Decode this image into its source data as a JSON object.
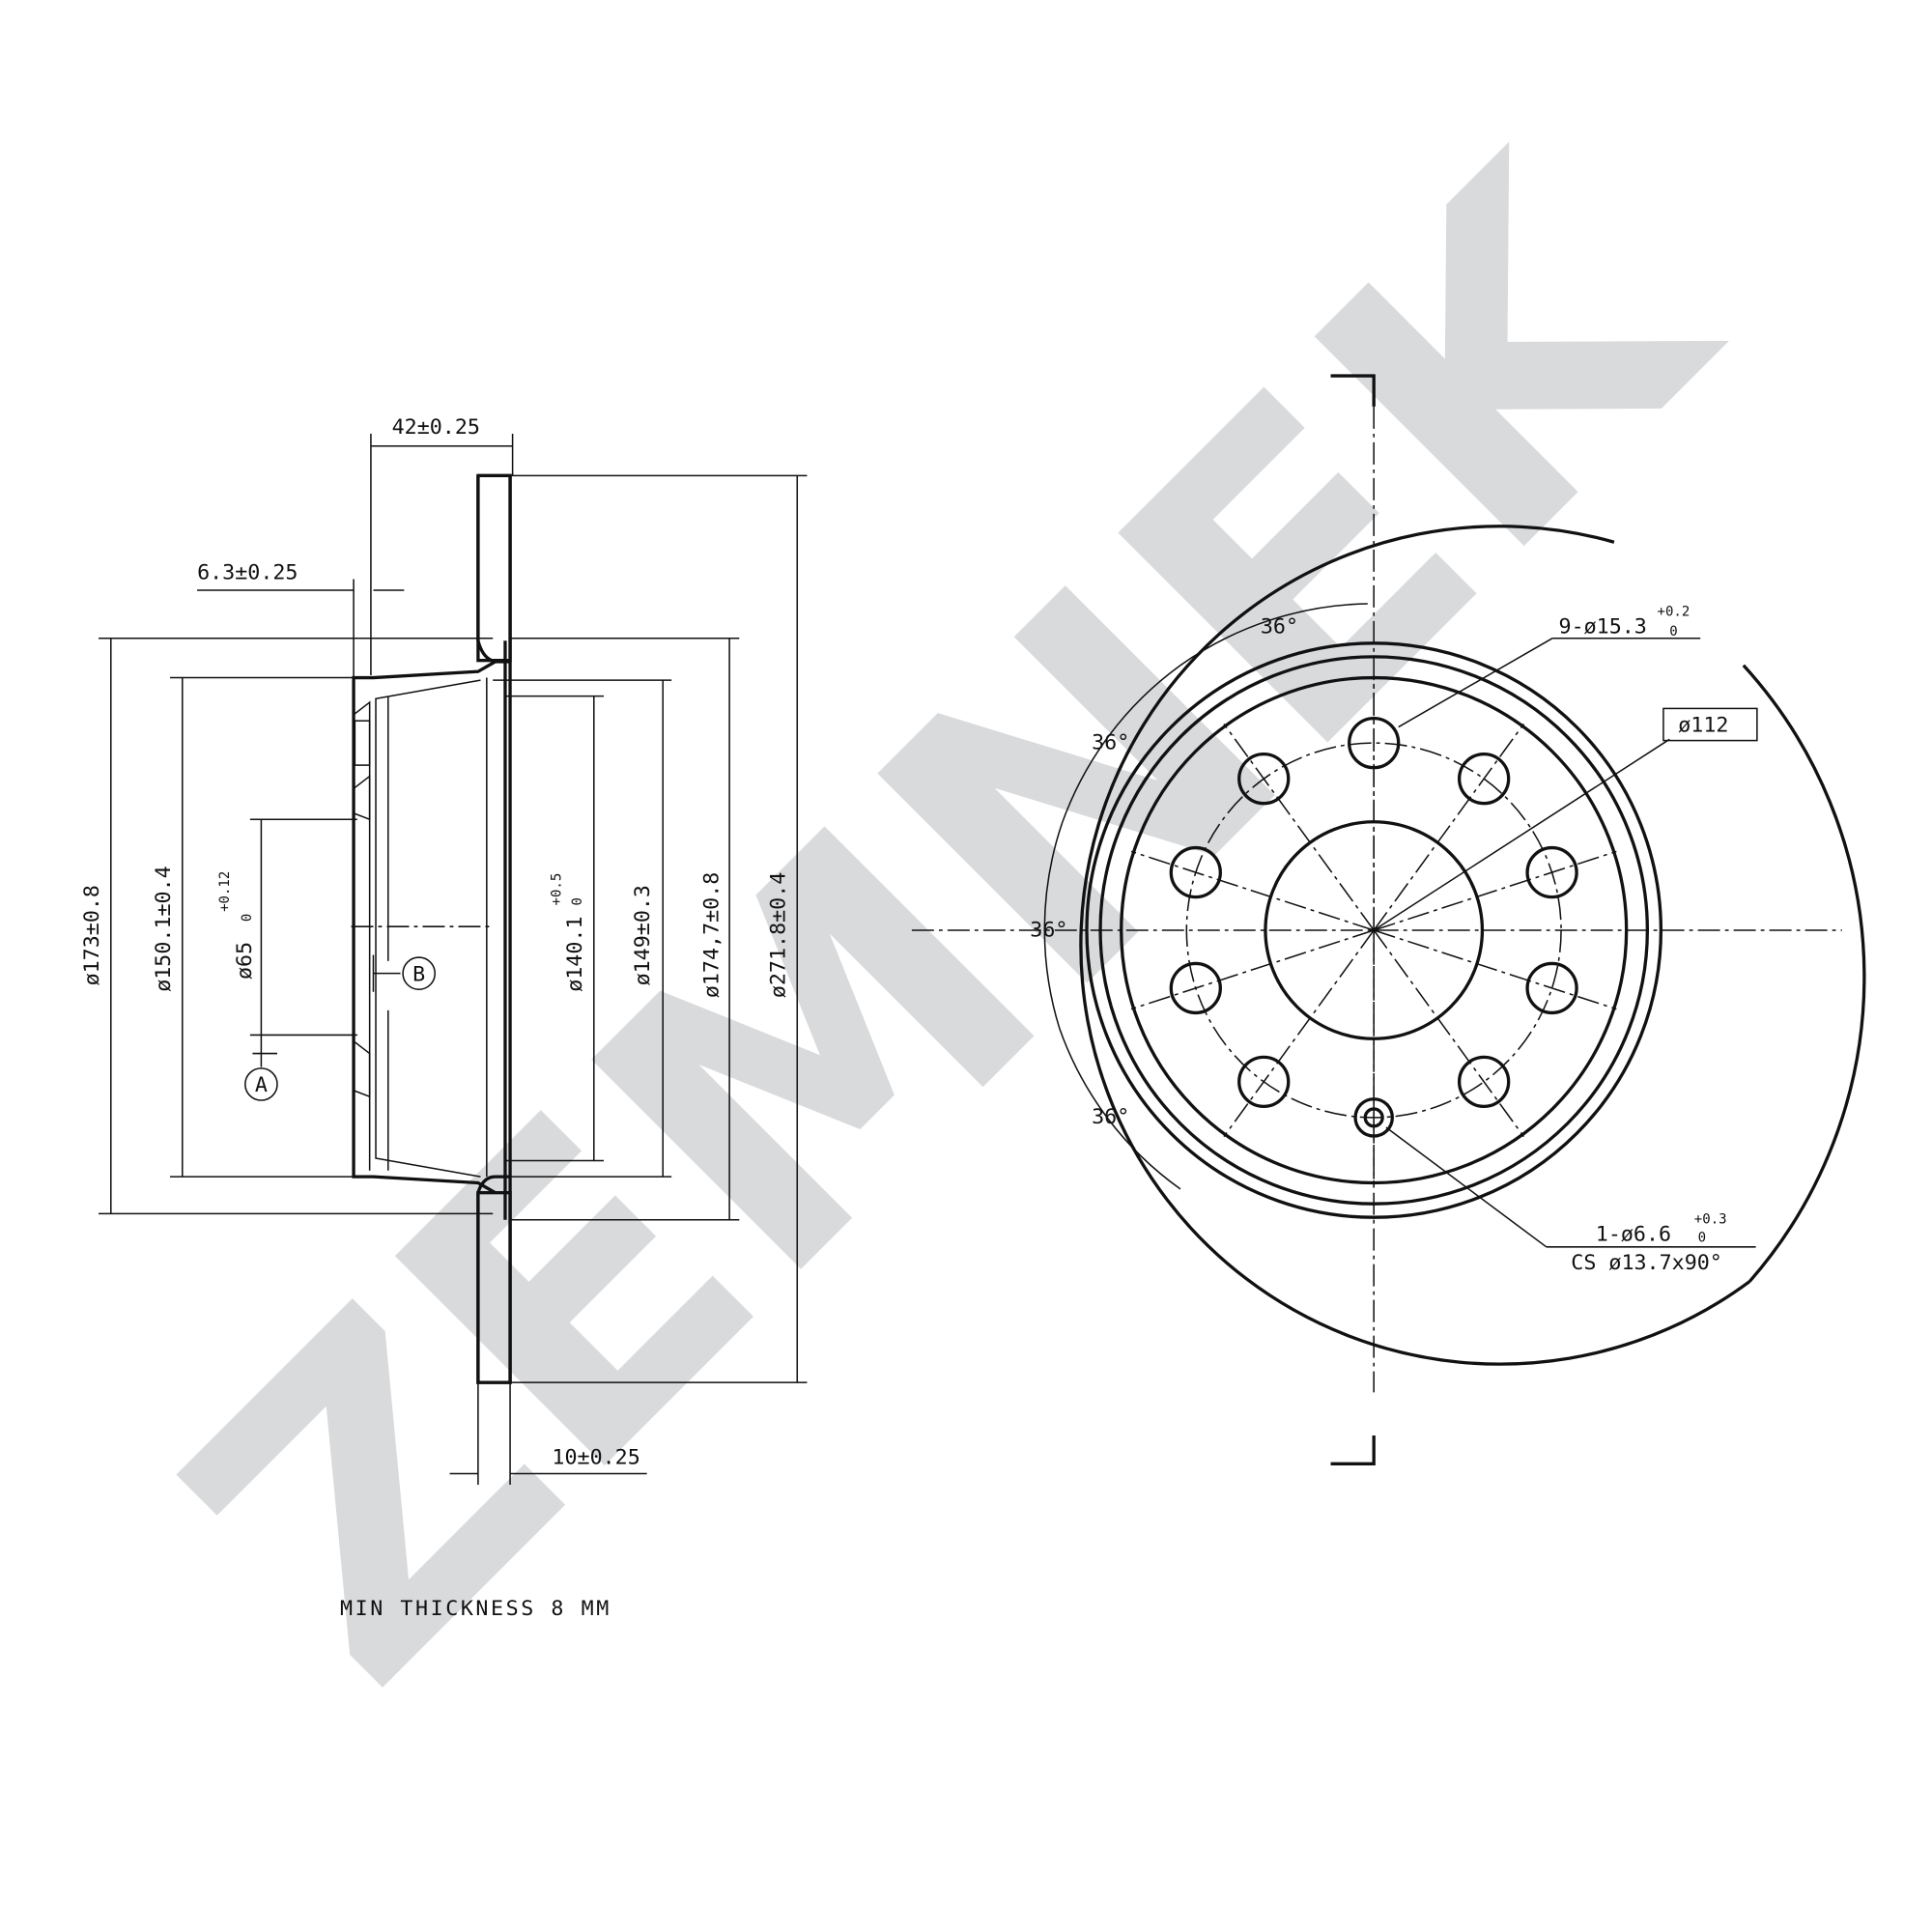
{
  "watermark": "ZEMNEK",
  "colors": {
    "watermark": "#d9dadc",
    "line": "#111111"
  },
  "section_view": {
    "dims": {
      "offset": "42±0.25",
      "hat_thickness": "6.3±0.25",
      "d173": "ø173±0.8",
      "d150": "ø150.1±0.4",
      "d65": "ø65",
      "d65_tol_upper": "+0.12",
      "d65_tol_lower": "0",
      "d140": "ø140.1",
      "d140_tol_upper": "+0.5",
      "d140_tol_lower": "0",
      "d149": "ø149±0.3",
      "d174": "ø174,7±0.8",
      "d271": "ø271.8±0.4",
      "thickness": "10±0.25"
    },
    "datum_a": "A",
    "datum_b": "B",
    "note": "MIN THICKNESS 8 MM"
  },
  "front_view": {
    "angles": [
      "36°",
      "36°",
      "36°",
      "36°"
    ],
    "holes": "9-ø15.3",
    "holes_tol_upper": "+0.2",
    "holes_tol_lower": "0",
    "pcd": "ø112",
    "small_hole": "1-ø6.6",
    "small_hole_tol_upper": "+0.3",
    "small_hole_tol_lower": "0",
    "countersink": "CS  ø13.7x90°"
  }
}
